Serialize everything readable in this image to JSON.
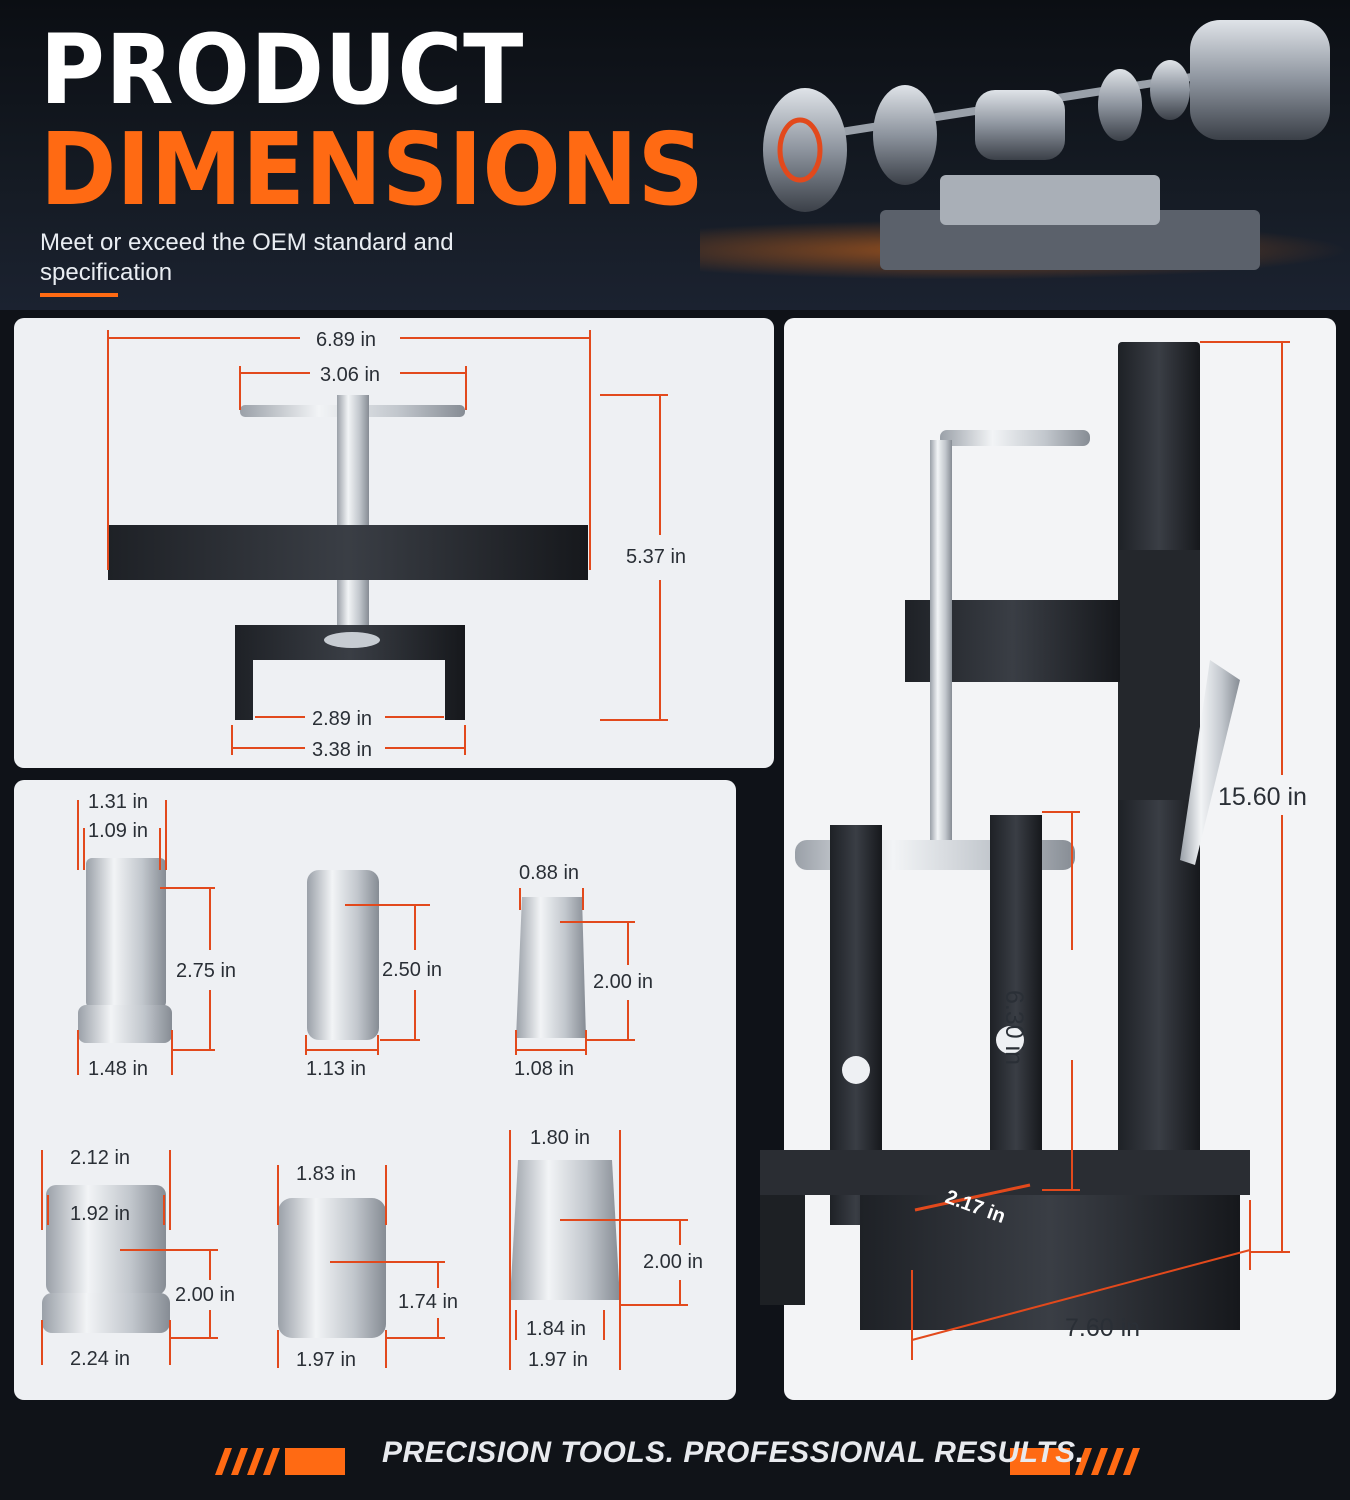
{
  "header": {
    "title_line1": "PRODUCT",
    "title_line2": "DIMENSIONS",
    "subtitle": "Meet or exceed the OEM standard and specification"
  },
  "colors": {
    "accent": "#ff6a13",
    "dim_line": "#e2491c",
    "panel": "#eef0f3",
    "background": "#0f1218"
  },
  "top_tool": {
    "overall_width": "6.89 in",
    "handle_width": "3.06 in",
    "height": "5.37 in",
    "inner_foot": "2.89 in",
    "outer_foot": "3.38 in"
  },
  "adapters": [
    {
      "top_outer": "1.31 in",
      "top_inner": "1.09 in",
      "height": "2.75 in",
      "bottom": "1.48 in"
    },
    {
      "height": "2.50 in",
      "bottom": "1.13 in"
    },
    {
      "top": "0.88 in",
      "height": "2.00 in",
      "bottom": "1.08 in"
    },
    {
      "top_outer": "2.12 in",
      "top_inner": "1.92 in",
      "height": "2.00 in",
      "bottom": "2.24 in"
    },
    {
      "top": "1.83 in",
      "height": "1.74 in",
      "bottom": "1.97 in"
    },
    {
      "top": "1.80 in",
      "height": "2.00 in",
      "bottom_inner": "1.84 in",
      "bottom_outer": "1.97 in"
    }
  ],
  "press": {
    "height": "15.60 in",
    "jaw_height": "6.30 in",
    "jaw_gap": "2.17 in",
    "base_width": "7.60 in"
  },
  "footer": {
    "slogan": "PRECISION TOOLS. PROFESSIONAL RESULTS."
  }
}
